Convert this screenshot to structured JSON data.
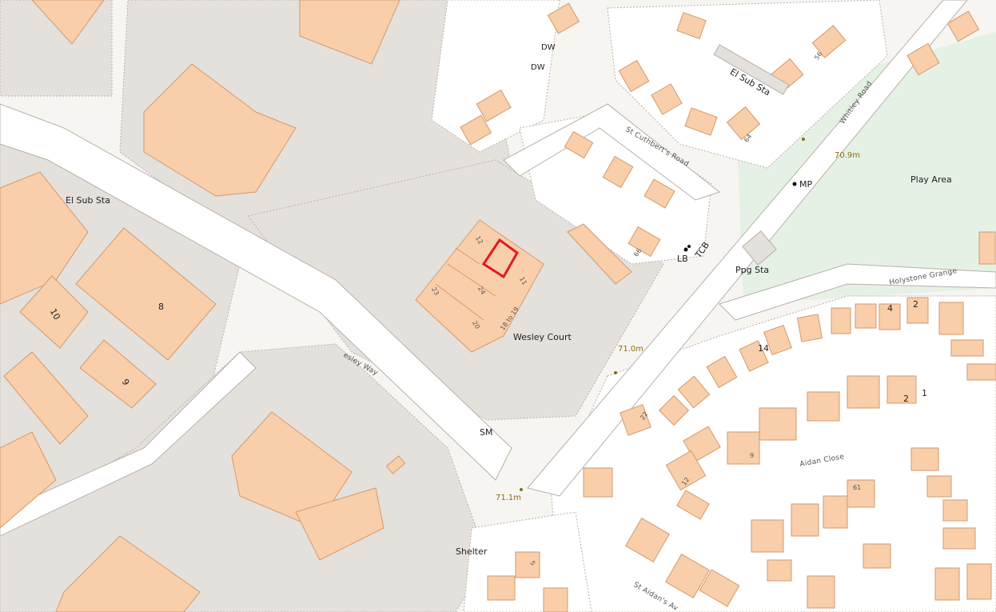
{
  "map": {
    "colors": {
      "paved": "#e4e0dc",
      "building": "#f9ceaa",
      "building_stroke": "#d39a6c",
      "road": "#ffffff",
      "road_edge": "#b8b0a8",
      "green": "#e6f1e6",
      "highlight": "#e01b22"
    },
    "labels": {
      "dw_top": "DW",
      "dw_second": "DW",
      "el_sub_sta_left": "El Sub Sta",
      "el_sub_sta_top": "El Sub Sta",
      "st_cuthberts_road": "St Cuthbert's Road",
      "whitley_road": "Whitley Road",
      "height_709": "70.9m",
      "height_710": "71.0m",
      "height_711": "71.1m",
      "mp": "MP",
      "play_area": "Play Area",
      "lb": "LB",
      "tcb": "TCB",
      "ppg_sta": "Ppg Sta",
      "holystone_grange": "Holystone Grange",
      "wesley_court": "Wesley Court",
      "wesley_way": "esley Way",
      "sm": "SM",
      "aidan_close": "Aidan Close",
      "shelter": "Shelter",
      "st_aidans_ave": "St Aidan's Av"
    },
    "unit_numbers": {
      "n12": "12",
      "n23": "23",
      "n24": "24",
      "n20": "20",
      "n18to19": "18 to 19",
      "n11": "11",
      "n10": "10",
      "n8": "8",
      "n9": "9",
      "n14": "14",
      "n4": "4",
      "n2a": "2",
      "n2b": "2",
      "n1": "1",
      "n66": "66",
      "n64": "64",
      "n56": "56",
      "n61": "61",
      "n12b": "12",
      "n9b": "9",
      "n22": "22",
      "n5": "5"
    }
  }
}
